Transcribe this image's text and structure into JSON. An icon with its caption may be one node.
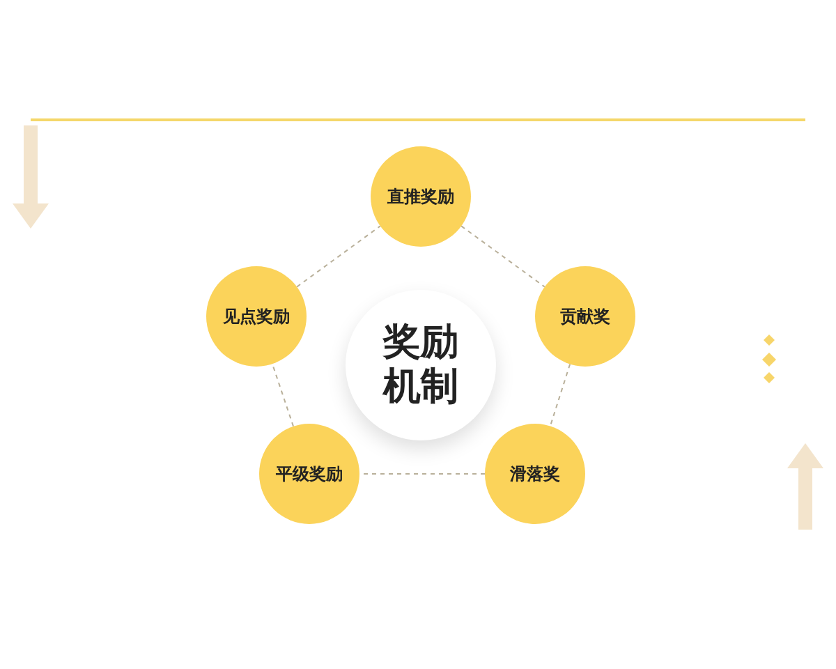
{
  "diagram": {
    "nodes": [
      {
        "text": [
          "奖励机制"
        ]
      },
      {
        "text": [
          "直推奖励"
        ]
      },
      {
        "text": [
          "贡献奖"
        ]
      },
      {
        "text": [
          "滑落奖"
        ]
      },
      {
        "text": [
          "平级奖励"
        ]
      },
      {
        "text": [
          "见点奖励"
        ]
      }
    ],
    "edges": [
      {
        "from": 1,
        "to": 2,
        "arrow": "none",
        "style": "dashed"
      },
      {
        "from": 2,
        "to": 3,
        "arrow": "none",
        "style": "dashed"
      },
      {
        "from": 3,
        "to": 4,
        "arrow": "none",
        "style": "dashed"
      },
      {
        "from": 4,
        "to": 5,
        "arrow": "none",
        "style": "dashed"
      },
      {
        "from": 5,
        "to": 1,
        "arrow": "none",
        "style": "dashed"
      }
    ]
  }
}
